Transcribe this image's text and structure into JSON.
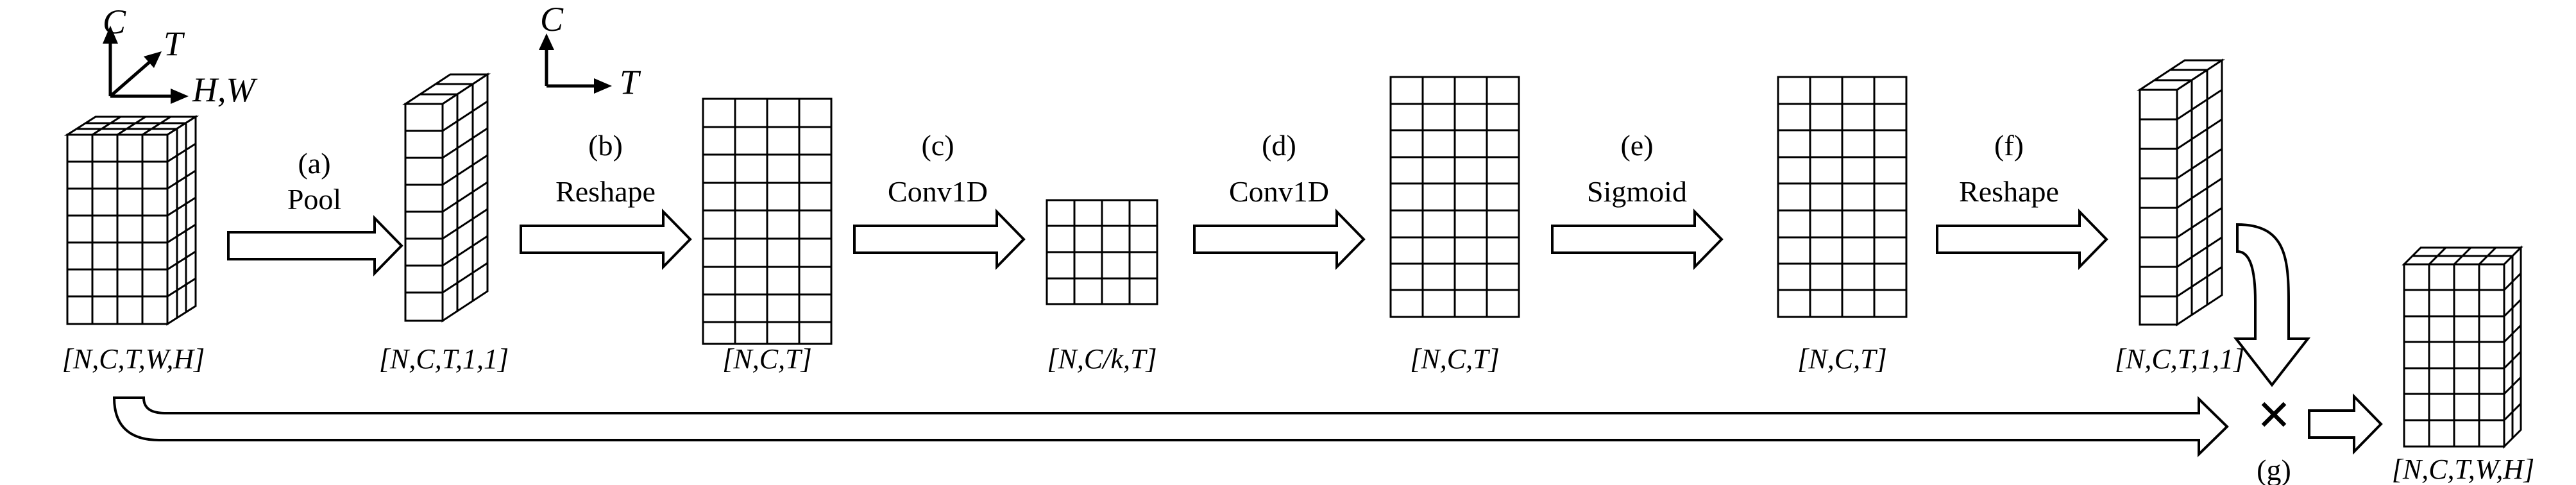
{
  "axes": {
    "first": {
      "vertical": "C",
      "diagonal": "T",
      "horizontal": "H,W"
    },
    "second": {
      "vertical": "C",
      "horizontal": "T"
    }
  },
  "steps": [
    {
      "letter": "(a)",
      "name": "Pool"
    },
    {
      "letter": "(b)",
      "name": "Reshape"
    },
    {
      "letter": "(c)",
      "name": "Conv1D"
    },
    {
      "letter": "(d)",
      "name": "Conv1D"
    },
    {
      "letter": "(e)",
      "name": "Sigmoid"
    },
    {
      "letter": "(f)",
      "name": "Reshape"
    },
    {
      "letter": "(g)",
      "name": ""
    }
  ],
  "tensors": [
    {
      "shape": "[N,C,T,W,H]"
    },
    {
      "shape": "[N,C,T,1,1]"
    },
    {
      "shape": "[N,C,T]"
    },
    {
      "shape": "[N,C/k,T]"
    },
    {
      "shape": "[N,C,T]"
    },
    {
      "shape": "[N,C,T]"
    },
    {
      "shape": "[N,C,T,1,1]"
    },
    {
      "shape": "[N,C,T,W,H]"
    }
  ],
  "multiply_symbol": "✕"
}
